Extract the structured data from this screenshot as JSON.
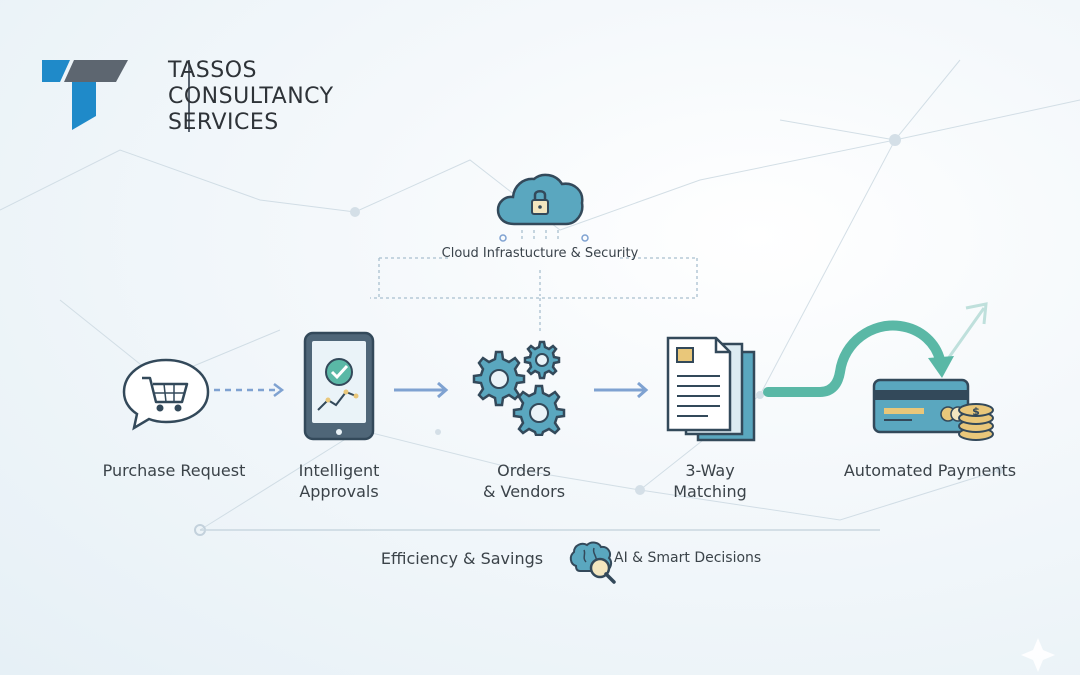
{
  "brand": {
    "line1": "TASSOS",
    "line2": "CONSULTANCY",
    "line3": "SERVICES"
  },
  "cloud": {
    "label": "Cloud Infrastucture & Security",
    "icon": "cloud-lock-icon"
  },
  "steps": [
    {
      "line1": "Purchase Request",
      "line2": "",
      "icon": "shopping-cart-icon"
    },
    {
      "line1": "Intelligent",
      "line2": "Approvals",
      "icon": "tablet-check-icon"
    },
    {
      "line1": "Orders",
      "line2": "& Vendors",
      "icon": "gears-icon"
    },
    {
      "line1": "3-Way",
      "line2": "Matching",
      "icon": "documents-icon"
    },
    {
      "line1": "Automated Payments",
      "line2": "",
      "icon": "card-coins-icon"
    }
  ],
  "bottom": {
    "efficiency": "Efficiency & Savings",
    "ai": "AI & Smart Decisions",
    "ai_icon": "brain-search-icon"
  },
  "colors": {
    "accent_blue": "#1f8ac9",
    "logo_gray": "#5d6670",
    "teal": "#5ab8a6",
    "icon_fill": "#5aa7bf",
    "icon_stroke": "#33495a",
    "arrow_blue": "#7fa2d1",
    "gold": "#e9c77a"
  }
}
